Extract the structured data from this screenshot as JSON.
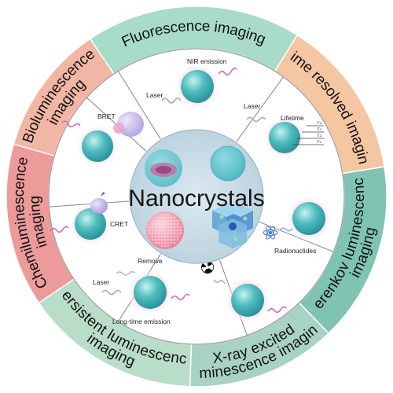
{
  "center": {
    "title": "Nanocrystals"
  },
  "ring": [
    {
      "label": "Fluorescence imaging",
      "color": "#a8dcc8"
    },
    {
      "label": "Time resolved imaging",
      "color": "#f5c6a2"
    },
    {
      "label_line1": "Cerenkov luminescence",
      "label_line2": "imaging",
      "color": "#7fc4b2"
    },
    {
      "label_line1": "X-ray excited",
      "label_line2": "luminescence imaging",
      "color": "#a8d2c4"
    },
    {
      "label_line1": "Persistent luminescence",
      "label_line2": "imaging",
      "color": "#b8ddc8"
    },
    {
      "label_line1": "Chemiluminescence",
      "label_line2": "imaging",
      "color": "#ec9a9a"
    },
    {
      "label_line1": "Bioluminescence",
      "label_line2": "imaging",
      "color": "#f2b6a4"
    }
  ],
  "panels": {
    "fluorescence": {
      "laser": "Laser",
      "emission": "NIR emission"
    },
    "time_resolved": {
      "laser": "Laser",
      "lifetime": "Lifetime",
      "taus": [
        "τ₄",
        "τ₃",
        "τ₂",
        "τ₁"
      ]
    },
    "cerenkov": {
      "source": "Radionuclides"
    },
    "persistent": {
      "laser": "Laser",
      "remove": "Remove",
      "emission": "Long-time emission"
    },
    "chemiluminescence": {
      "label": "CRET"
    },
    "bioluminescence": {
      "label": "BRET"
    }
  },
  "colors": {
    "sphere": "#3fb3b5",
    "sphere_light": "#bff0ee",
    "glow": "#f4b6c6",
    "wave": "#d86aa8",
    "laser_wave": "#9aa4d8",
    "center_fill": "#c7dbe6"
  }
}
